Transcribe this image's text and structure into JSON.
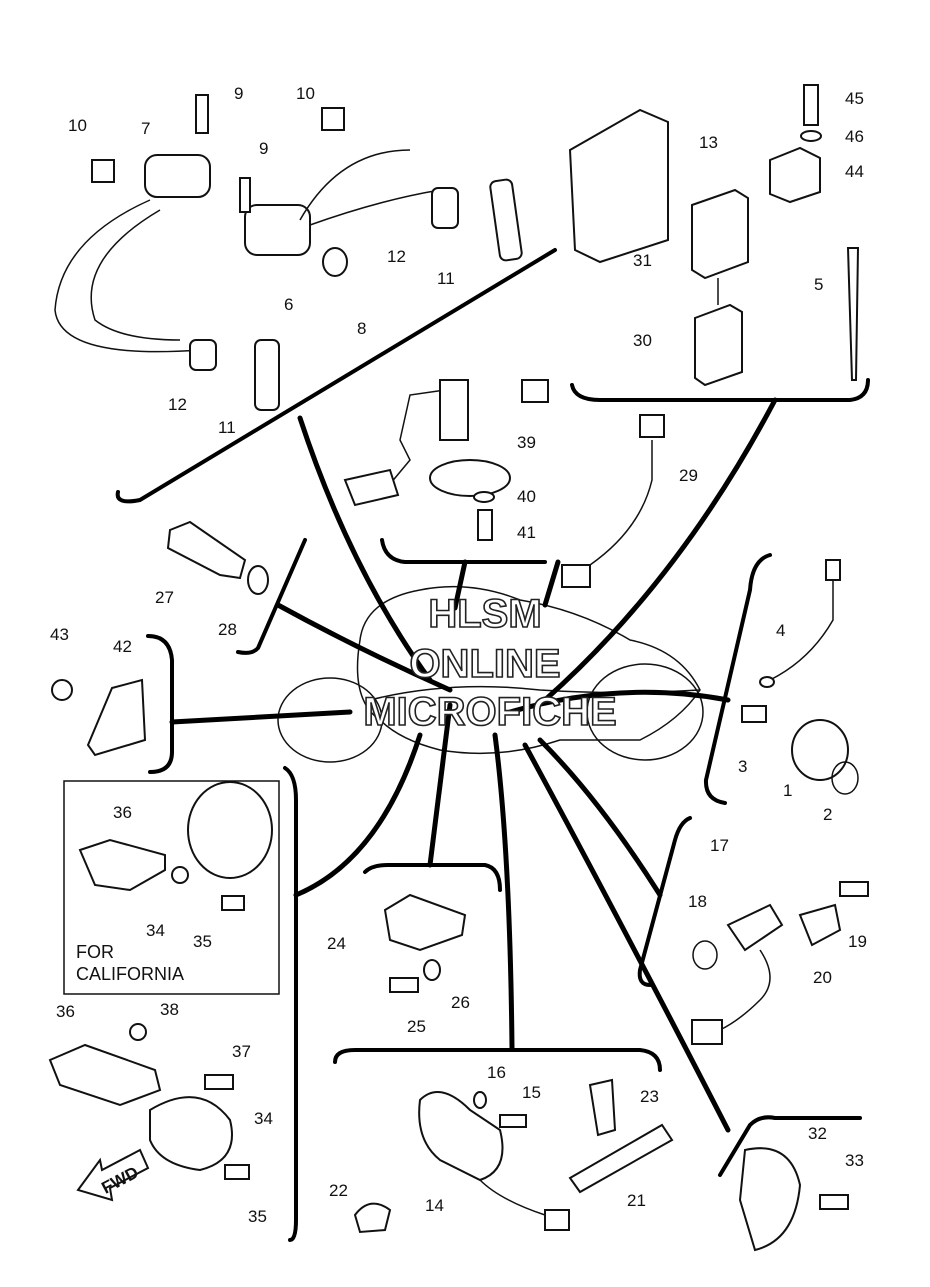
{
  "watermark": [
    "HLSM",
    "ONLINE",
    "MICROFICHE"
  ],
  "california_note": [
    "FOR",
    "CALIFORNIA"
  ],
  "fwd_label": "FWD",
  "callouts": [
    {
      "id": "c1",
      "text": "1"
    },
    {
      "id": "c2",
      "text": "2"
    },
    {
      "id": "c3",
      "text": "3"
    },
    {
      "id": "c4",
      "text": "4"
    },
    {
      "id": "c5",
      "text": "5"
    },
    {
      "id": "c6",
      "text": "6"
    },
    {
      "id": "c7",
      "text": "7"
    },
    {
      "id": "c8",
      "text": "8"
    },
    {
      "id": "c9a",
      "text": "9"
    },
    {
      "id": "c9b",
      "text": "9"
    },
    {
      "id": "c10a",
      "text": "10"
    },
    {
      "id": "c10b",
      "text": "10"
    },
    {
      "id": "c11a",
      "text": "11"
    },
    {
      "id": "c11b",
      "text": "11"
    },
    {
      "id": "c12a",
      "text": "12"
    },
    {
      "id": "c12b",
      "text": "12"
    },
    {
      "id": "c13",
      "text": "13"
    },
    {
      "id": "c14",
      "text": "14"
    },
    {
      "id": "c15",
      "text": "15"
    },
    {
      "id": "c16",
      "text": "16"
    },
    {
      "id": "c17",
      "text": "17"
    },
    {
      "id": "c18",
      "text": "18"
    },
    {
      "id": "c19",
      "text": "19"
    },
    {
      "id": "c20",
      "text": "20"
    },
    {
      "id": "c21",
      "text": "21"
    },
    {
      "id": "c22",
      "text": "22"
    },
    {
      "id": "c23",
      "text": "23"
    },
    {
      "id": "c24",
      "text": "24"
    },
    {
      "id": "c25",
      "text": "25"
    },
    {
      "id": "c26",
      "text": "26"
    },
    {
      "id": "c27",
      "text": "27"
    },
    {
      "id": "c28",
      "text": "28"
    },
    {
      "id": "c29",
      "text": "29"
    },
    {
      "id": "c30",
      "text": "30"
    },
    {
      "id": "c31",
      "text": "31"
    },
    {
      "id": "c32",
      "text": "32"
    },
    {
      "id": "c33",
      "text": "33"
    },
    {
      "id": "c34a",
      "text": "34"
    },
    {
      "id": "c34b",
      "text": "34"
    },
    {
      "id": "c35a",
      "text": "35"
    },
    {
      "id": "c35b",
      "text": "35"
    },
    {
      "id": "c36a",
      "text": "36"
    },
    {
      "id": "c36b",
      "text": "36"
    },
    {
      "id": "c37",
      "text": "37"
    },
    {
      "id": "c38",
      "text": "38"
    },
    {
      "id": "c39",
      "text": "39"
    },
    {
      "id": "c40",
      "text": "40"
    },
    {
      "id": "c41",
      "text": "41"
    },
    {
      "id": "c42",
      "text": "42"
    },
    {
      "id": "c43",
      "text": "43"
    },
    {
      "id": "c44",
      "text": "44"
    },
    {
      "id": "c45",
      "text": "45"
    },
    {
      "id": "c46",
      "text": "46"
    }
  ]
}
